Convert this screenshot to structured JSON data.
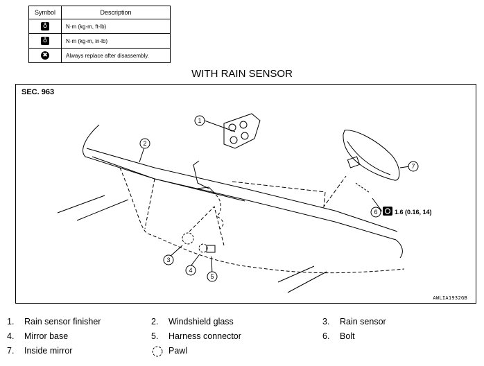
{
  "symbol_table": {
    "headers": {
      "symbol": "Symbol",
      "description": "Description"
    },
    "rows": [
      {
        "icon": "torque-wrench-icon",
        "glyph": "♁",
        "description": "N·m (kg-m, ft-lb)"
      },
      {
        "icon": "torque-wrench-small-icon",
        "glyph": "♁",
        "description": "N·m (kg-m, in-lb)"
      },
      {
        "icon": "always-replace-icon",
        "glyph": "✖",
        "description": "Always replace after disassembly."
      }
    ]
  },
  "title": "WITH RAIN SENSOR",
  "diagram": {
    "section": "SEC. 963",
    "code": "AWLIA1932GB",
    "callouts": [
      "1",
      "2",
      "3",
      "4",
      "5",
      "6",
      "7"
    ],
    "torque_spec": {
      "icon": "torque-wrench-small-icon",
      "value": "1.6 (0.16, 14)"
    }
  },
  "parts": [
    {
      "num": "1.",
      "label": "Rain sensor finisher"
    },
    {
      "num": "2.",
      "label": "Windshield glass"
    },
    {
      "num": "3.",
      "label": "Rain sensor"
    },
    {
      "num": "4.",
      "label": "Mirror base"
    },
    {
      "num": "5.",
      "label": "Harness connector"
    },
    {
      "num": "6.",
      "label": "Bolt"
    },
    {
      "num": "7.",
      "label": "Inside mirror"
    },
    {
      "num": "",
      "label": "Pawl",
      "icon": "pawl-dashed-circle-icon"
    }
  ]
}
